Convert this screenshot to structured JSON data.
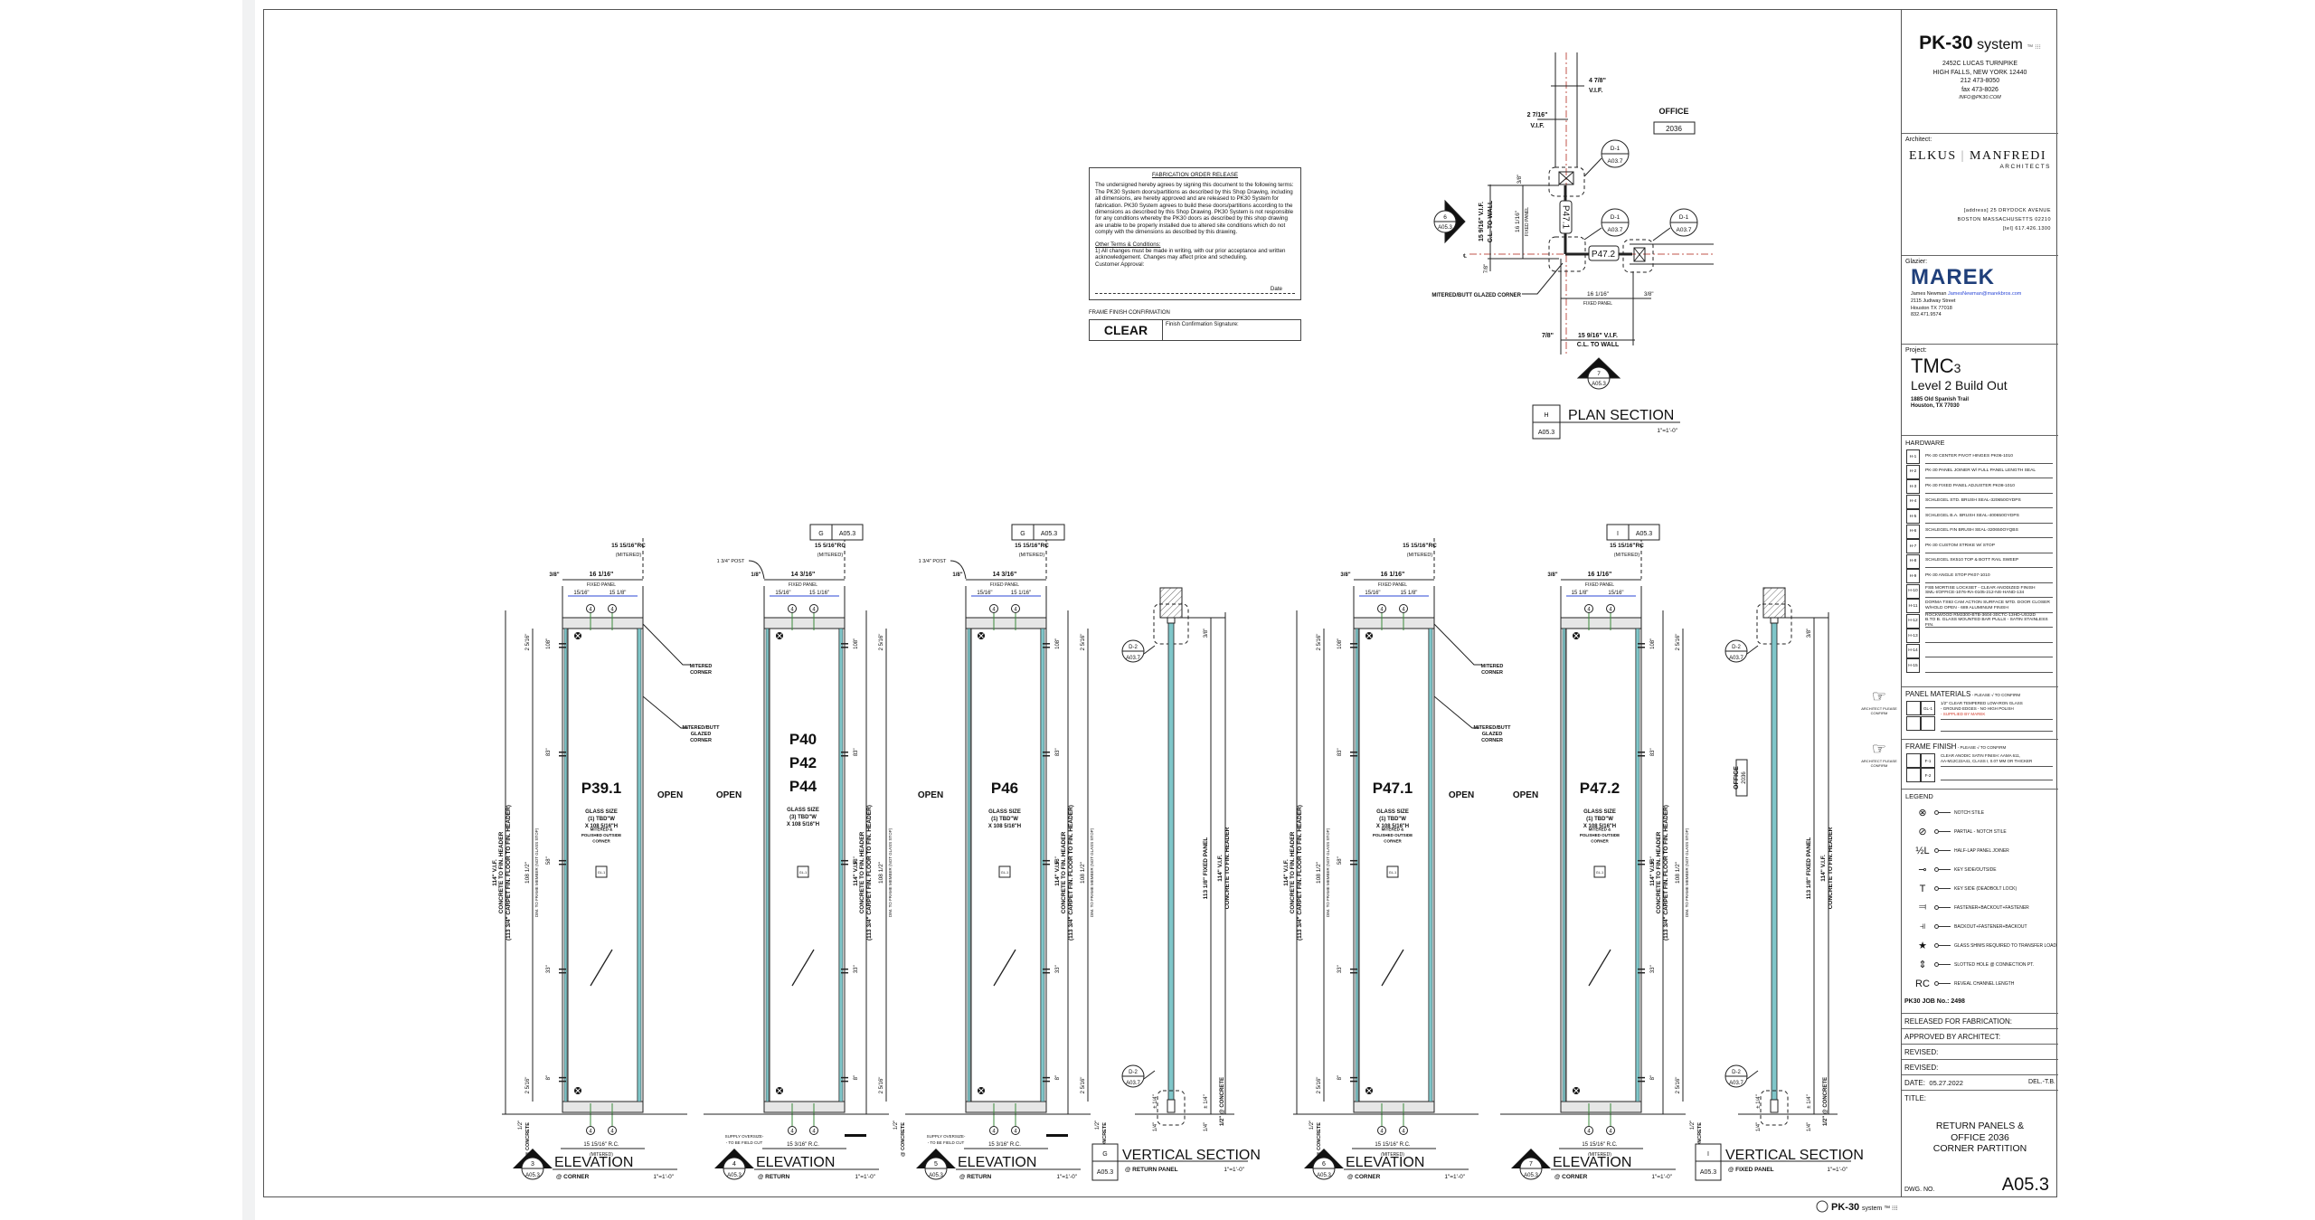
{
  "fabrication": {
    "title": "FABRICATION ORDER RELEASE",
    "body": "The undersigned hereby agrees by signing this document to the following terms: The PK30 System doors/partitions as described by this Shop Drawing, including all dimensions, are hereby approved and are released to PK30 System for fabrication. PK30 System agrees to build these doors/partitions according to the dimensions as described by this Shop Drawing. PK30 System is not responsible for any conditions whereby the PK30 doors as described by this shop drawing are unable to be properly installed due to altered site conditions which do not comply with the dimensions as described by this drawing.",
    "other_title": "Other Terms & Conditions:",
    "other_body": "1) All changes must be made in writing, with our prior acceptance and written acknowledgement. Changes may affect price and scheduling.",
    "approval": "Customer Approval:",
    "date_label": "Date",
    "finish_conf_label": "FRAME FINISH CONFIRMATION",
    "finish_value": "CLEAR",
    "finish_sig_label": "Finish Confirmation Signature:"
  },
  "plan_section": {
    "dim_top1": "4 7/8\"",
    "dim_top1_b": "V.I.F.",
    "dim_top2": "2 7/16\"",
    "dim_top2_b": "V.I.F.",
    "office_label": "OFFICE",
    "office_number": "2036",
    "detail_a": "D-1",
    "detail_ref": "A03.7",
    "panel_1": "P47.1",
    "panel_2": "P47.2",
    "sec_left_num": "6",
    "sec_bottom_num": "7",
    "sec_ref": "A05.3",
    "vdim_outer": "15 9/16\" V.I.F.",
    "vdim_outer_b": "C.L. TO WALL",
    "vdim_inner": "16 1/16\"",
    "vdim_inner_b": "FIXED PANEL",
    "vdim_small_top": "3/8\"",
    "vdim_small_bottom": "7/8\"",
    "corner_note": "MITERED/BUTT GLAZED CORNER",
    "hdim_inner": "16 1/16\"",
    "hdim_inner_b": "FIXED PANEL",
    "hdim_small": "3/8\"",
    "hdim_outer": "15 9/16\"  V.I.F.",
    "hdim_outer_b": "C.L. TO WALL",
    "hdim_outer_small": "7/8\"",
    "cl": "℄",
    "title_letter": "H",
    "title_ref": "A05.3",
    "title": "PLAN  SECTION",
    "scale": "1\"=1'-0\""
  },
  "elevations": [
    {
      "num": "3",
      "panels": [
        "P39.1"
      ],
      "glass": [
        "GLASS SIZE",
        "(1) TBD\"W",
        "X 108 5/16\"H",
        "MITERED &",
        "POLISHED OUTSIDE",
        "CORNER"
      ],
      "title": "ELEVATION",
      "sub": "@ CORNER",
      "scale": "1\"=1'-0\"",
      "ref": "A05.3",
      "open_right": "OPEN",
      "open_left": null,
      "top_rc": "15 15/16\"RC",
      "top_rc_note": "(MITERED)",
      "fixed": "16 1/16\"",
      "fixed_label": "FIXED PANEL",
      "side_small": "3/8\"",
      "blue": [
        "15/16\"",
        "15 1/8\""
      ],
      "bottom_dim": "15 15/16\" R.C.",
      "bottom_note": "(MITERED)",
      "supply_note": null,
      "post": null,
      "ref_box": null,
      "dims_side": "left",
      "callouts": [
        "MITERED CORNER",
        "MITERED/BUTT GLAZED CORNER"
      ]
    },
    {
      "num": "4",
      "panels": [
        "P40",
        "P42",
        "P44"
      ],
      "glass": [
        "GLASS SIZE",
        "(3) TBD\"W",
        "X 108 5/16\"H"
      ],
      "title": "ELEVATION",
      "sub": "@ RETURN",
      "scale": "1\"=1'-0\"",
      "ref": "A05.3",
      "open_right": null,
      "open_left": "OPEN",
      "top_rc": "15 5/16\"RC",
      "top_rc_note": "(MITERED)",
      "fixed": "14 3/16\"",
      "fixed_label": "FIXED PANEL",
      "side_small": "1/8\"",
      "blue": [
        "15/16\"",
        "15 1/16\""
      ],
      "bottom_dim": "15 3/16\" R.C.",
      "bottom_note": null,
      "supply_note": "SUPPLY OVERSIZE - TO BE FIELD CUT",
      "post": "1 3/4\" POST",
      "ref_box": [
        "G",
        "A05.3"
      ],
      "dims_side": "right",
      "callouts": null
    },
    {
      "num": "5",
      "panels": [
        "P46"
      ],
      "glass": [
        "GLASS SIZE",
        "(1) TBD\"W",
        "X 108 5/16\"H"
      ],
      "title": "ELEVATION",
      "sub": "@ RETURN",
      "scale": "1\"=1'-0\"",
      "ref": "A05.3",
      "open_right": null,
      "open_left": "OPEN",
      "top_rc": "15 15/16\"RC",
      "top_rc_note": "(MITERED)",
      "fixed": "14 3/16\"",
      "fixed_label": "FIXED PANEL",
      "side_small": "1/8\"",
      "blue": [
        "15/16\"",
        "15 1/16\""
      ],
      "bottom_dim": "15 3/16\" R.C.",
      "bottom_note": null,
      "supply_note": "SUPPLY OVERSIZE - TO BE FIELD CUT",
      "post": "1 3/4\" POST",
      "ref_box": [
        "G",
        "A05.3"
      ],
      "dims_side": "right",
      "callouts": null
    },
    {
      "num": "6",
      "panels": [
        "P47.1"
      ],
      "glass": [
        "GLASS SIZE",
        "(1) TBD\"W",
        "X 108 5/16\"H",
        "MITERED &",
        "POLISHED OUTSIDE",
        "CORNER"
      ],
      "title": "ELEVATION",
      "sub": "@ CORNER",
      "scale": "1\"=1'-0\"",
      "ref": "A05.3",
      "open_right": "OPEN",
      "open_left": null,
      "top_rc": "15 15/16\"RC",
      "top_rc_note": "(MITERED)",
      "fixed": "16 1/16\"",
      "fixed_label": "FIXED PANEL",
      "side_small": "3/8\"",
      "blue": [
        "15/16\"",
        "15 1/8\""
      ],
      "bottom_dim": "15 15/16\" R.C.",
      "bottom_note": "(MITERED)",
      "supply_note": null,
      "post": null,
      "ref_box": null,
      "dims_side": "left",
      "callouts": [
        "MITERED CORNER",
        "MITERED/BUTT GLAZED CORNER"
      ]
    },
    {
      "num": "7",
      "panels": [
        "P47.2"
      ],
      "glass": [
        "GLASS SIZE",
        "(1) TBD\"W",
        "X 108 5/16\"H",
        "MITERED &",
        "POLISHED OUTSIDE",
        "CORNER"
      ],
      "title": "ELEVATION",
      "sub": "@ CORNER",
      "scale": "1\"=1'-0\"",
      "ref": "A05.3",
      "open_right": null,
      "open_left": "OPEN",
      "top_rc": "15 15/16\"RC",
      "top_rc_note": "(MITERED)",
      "fixed": "16 1/16\"",
      "fixed_label": "FIXED PANEL",
      "side_small": "3/8\"",
      "blue": [
        "15 1/8\"",
        "15/16\""
      ],
      "bottom_dim": "15 15/16\" R.C.",
      "bottom_note": "(MITERED)",
      "supply_note": null,
      "post": null,
      "ref_box": [
        "I",
        "A05.3"
      ],
      "dims_side": "right",
      "callouts": null
    }
  ],
  "elevation_common": {
    "overall": "114\" V.I.F.",
    "overall_b": "CONCRETE TO FIN. HEADER",
    "overall_c": "(113 3/4\" CARPET FIN. FLOOR TO FIN. HEADER)",
    "dlo": "108 1/2\"",
    "dlo_note": "DIM. TO FRAME MEMBER (NOT GLASS STOP)",
    "top_gap": "2 5/16\"",
    "bottom_gap": "2 5/16\"",
    "floor_gap": "1/2\"",
    "floor_note": "@ CONCRETE",
    "heights": [
      "8\"",
      "33\"",
      "58\"",
      "83\"",
      "108\""
    ],
    "hw_tag": "4",
    "glass_tag": "GL-1"
  },
  "vertical_sections": [
    {
      "letter": "G",
      "ref": "A05.3",
      "title": "VERTICAL SECTION",
      "sub": "@ RETURN PANEL",
      "scale": "1\"=1'-0\"",
      "detail": "D-2",
      "detail_ref": "A03.7",
      "fixed_dim": "113 1/8\"  FIXED PANEL",
      "overall": "114\" V.I.F.",
      "overall_b": "CONCRETE TO FIN. HEADER",
      "top": "3/8\"",
      "bottom": "1/4\"",
      "bottom_pm": "± 1/4\"",
      "floor": "1/2\" @ CONCRETE",
      "office": null
    },
    {
      "letter": "I",
      "ref": "A05.3",
      "title": "VERTICAL SECTION",
      "sub": "@ FIXED PANEL",
      "scale": "1\"=1'-0\"",
      "detail": "D-2",
      "detail_ref": "A03.7",
      "fixed_dim": "113 1/8\"  FIXED PANEL",
      "overall": "114\" V.I.F.",
      "overall_b": "CONCRETE TO FIN. HEADER",
      "top": "3/8\"",
      "bottom": "1/4\"",
      "bottom_pm": "± 1/4\"",
      "floor": "1/2\" @ CONCRETE",
      "office": [
        "OFFICE",
        "2036"
      ]
    }
  ],
  "title_block": {
    "pk30": {
      "logo": "PK-30",
      "logo_suffix": "system",
      "tm": "™ ⁝⁝⁝",
      "address1": "2452C LUCAS TURNPIKE",
      "address2": "HIGH FALLS, NEW YORK 12440",
      "phone": "212 473-8050",
      "fax": "fax 473-8026",
      "email": "INFO@PK30.COM"
    },
    "architect": {
      "label": "Architect:",
      "name_left": "ELKUS",
      "name_right": "MANFREDI",
      "sub": "ARCHITECTS",
      "address1": "[address] 25 DRYDOCK AVENUE",
      "address2": "BOSTON MASSACHUSETTS 02210",
      "tel": "[tel] 617.426.1300"
    },
    "glazier": {
      "label": "Glazier:",
      "name": "MAREK",
      "contact": "James Newman",
      "email": "JamesNewman@marekbros.com",
      "address1": "2115 Judiway Street",
      "address2": "Houston TX 77018",
      "phone": "832.471.9574"
    },
    "project": {
      "label": "Project:",
      "name": "TMC",
      "name_sub": "3",
      "subtitle": "Level 2 Build Out",
      "address1": "1885 Old Spanish Trail",
      "address2": "Houston, TX 77030"
    },
    "hardware": {
      "label": "HARDWARE",
      "items": [
        {
          "id": "H-1",
          "text": [
            "PK-30 CENTER PIVOT HINGES  PK06-1010"
          ]
        },
        {
          "id": "H-2",
          "text": [
            "PK-30  PANEL JOINER W/ FULL PANEL LENGTH SEAL"
          ]
        },
        {
          "id": "H-3",
          "text": [
            "PK-30  FIXED PANEL ADJUSTER  PK08-1010"
          ]
        },
        {
          "id": "H-4",
          "text": [
            "SCHLEGEL STD. BRUSH SEAL-320650OYDPS"
          ]
        },
        {
          "id": "H-5",
          "text": [
            "SCHLEGEL B.A. BRUSH SEAL-400650OYDPS"
          ]
        },
        {
          "id": "H-6",
          "text": [
            "SCHLEGEL FIN BRUSH SEAL-320650OYQBS"
          ]
        },
        {
          "id": "H-7",
          "text": [
            "PK-30 CUSTOM STRIKE W/ STOP"
          ]
        },
        {
          "id": "H-8",
          "text": [
            "SCHLEGEL SK510 TOP & BOTT RAIL SWEEP"
          ]
        },
        {
          "id": "H-9",
          "text": [
            "PK-30  ANGLE STOP  PK07-1010"
          ]
        },
        {
          "id": "H-10",
          "text": [
            "FSB MORTISE LOCKSET - CLEAR ANODIZED FINISH",
            "SML-I/OFFICE-1076-RA-0105-212-NS-HAND-134"
          ]
        },
        {
          "id": "H-11",
          "text": [
            "DORMA TS93 CAM ACTION SURFACE MTD. DOOR CLOSER",
            "W/HOLD OPEN - 689 ALUMINUM FINISH"
          ]
        },
        {
          "id": "H-12",
          "text": [
            "ROCKWOOD RM3300-BTB-3604-30CTC-13HD-US32D",
            "B.TO B. GLASS MOUNTED BAR PULLS - SATIN STAINLESS FIN."
          ]
        },
        {
          "id": "H-13",
          "text": [
            ""
          ]
        },
        {
          "id": "H-14",
          "text": [
            ""
          ]
        },
        {
          "id": "H-15",
          "text": [
            ""
          ]
        }
      ]
    },
    "confirm_note": "ARCHITECT PLEASE CONFIRM",
    "panel_materials": {
      "label": "PANEL MATERIALS",
      "confirm": " - PLEASE √ TO CONFIRM",
      "id": "GL-1",
      "line1": "1/2\" CLEAR TEMPERED LOW-IRON GLASS",
      "line2": "- GROUND EDGES - NO HIGH POLISH",
      "line3": "- SUPPLIED BY MAREK"
    },
    "frame_finish": {
      "label": "FRAME FINISH",
      "confirm": " - PLEASE √ TO CONFIRM",
      "id1": "F-1",
      "id2": "F-2",
      "line1": "CLEAR ANODIC SATIN FINISH: AAMA 611,",
      "line2": "AA-M12C22A41, CLASS I, 0.07 MM OR THICKER"
    },
    "legend": {
      "label": "LEGEND",
      "items": [
        {
          "icon": "notch-stile-icon",
          "glyph": "⊗",
          "text": "NOTCH STILE"
        },
        {
          "icon": "partial-notch-stile-icon",
          "glyph": "⊘",
          "text": "PARTIAL - NOTCH STILE"
        },
        {
          "icon": "half-lap-icon",
          "glyph": "½L",
          "text": "HALF-LAP PANEL JOINER"
        },
        {
          "icon": "key-icon",
          "glyph": "⊸",
          "text": "KEY SIDE/OUTSIDE"
        },
        {
          "icon": "deadbolt-key-icon",
          "glyph": "T",
          "text": "KEY SIDE  (DEADBOLT LOCK)"
        },
        {
          "icon": "fastener-icon",
          "glyph": "⫤",
          "text": "FASTENER+BACKOUT+FASTENER"
        },
        {
          "icon": "backout-icon",
          "glyph": "⫣",
          "text": "BACKOUT+FASTENER+BACKOUT"
        },
        {
          "icon": "glass-shim-icon",
          "glyph": "★",
          "text": "GLASS SHIMS REQUIRED TO TRANSFER LOAD"
        },
        {
          "icon": "slotted-hole-icon",
          "glyph": "⇕",
          "text": "SLOTTED HOLE @ CONNECTION PT."
        },
        {
          "icon": "reveal-channel-icon",
          "glyph": "RC",
          "text": "REVEAL CHANNEL LENGTH"
        }
      ]
    },
    "job": "PK30 JOB No.: 2498",
    "released": "RELEASED FOR FABRICATION:",
    "approved": "APPROVED BY ARCHITECT:",
    "revised1": "REVISED:",
    "revised2": "REVISED:",
    "date_label": "DATE:",
    "date": "05.27.2022",
    "delivered": "DEL.-T.B.",
    "title_label": "TITLE:",
    "title_lines": [
      "RETURN PANELS &",
      "OFFICE 2036",
      "CORNER PARTITION"
    ],
    "dwg_label": "DWG. NO.",
    "dwg": "A05.3"
  },
  "footer": {
    "logo": "PK-30",
    "suffix": "system ™ ⁝⁝⁝"
  },
  "colors": {
    "line": "#222222",
    "glass": "#7fc6c9",
    "blue_dim": "#2b47d6",
    "centerline": "#c0564b",
    "marek": "#1f3f7a",
    "red_note": "#d23a2a"
  }
}
